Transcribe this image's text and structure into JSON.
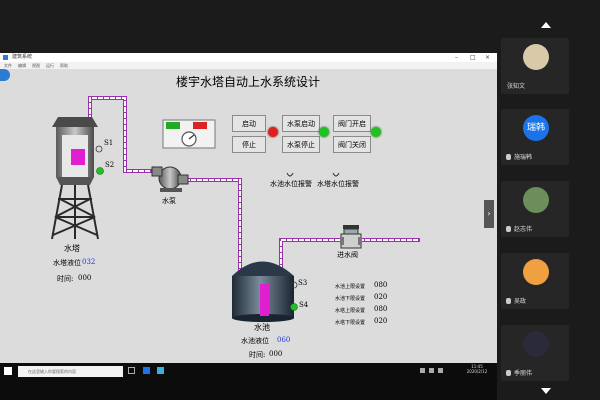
{
  "window": {
    "title": "建筑系统",
    "menu": [
      "文件",
      "编辑",
      "视图",
      "运行",
      "帮助"
    ]
  },
  "scada": {
    "title": "楼宇水塔自动上水系统设计",
    "buttons": {
      "start": "启动",
      "stop": "停止",
      "pump_start": "水泵启动",
      "pump_stop": "水泵停止",
      "valve_open": "阀门开启",
      "valve_close": "阀门关闭"
    },
    "alarms": {
      "pool_level": "水池水位报警",
      "tower_level": "水塔水位报警"
    },
    "tower": {
      "label": "水塔",
      "level_label": "水塔液位",
      "level_value": "032",
      "time_label": "时间:",
      "time_value": "000",
      "s1": "S1",
      "s2": "S2"
    },
    "pump": {
      "label": "水泵"
    },
    "inlet_valve": {
      "label": "进水阀"
    },
    "pool": {
      "label": "水池",
      "level_label": "水池液位",
      "level_value": "060",
      "time_label": "时间:",
      "time_value": "000",
      "s3": "S3",
      "s4": "S4"
    },
    "setpoints": [
      {
        "label": "水池上限设置",
        "value": "080"
      },
      {
        "label": "水池下限设置",
        "value": "020"
      },
      {
        "label": "水塔上限设置",
        "value": "080"
      },
      {
        "label": "水塔下限设置",
        "value": "020"
      }
    ],
    "lamps": {
      "red": "#e02020",
      "green": "#22c022"
    }
  },
  "taskbar": {
    "search_placeholder": "在这里输入你要搜索的内容",
    "time": "11:45",
    "date": "2020/2/12"
  },
  "participants": [
    {
      "name": "张知文",
      "avatar_color": "#d9c9a8"
    },
    {
      "name": "施瑞韩",
      "avatar_text": "瑞韩",
      "avatar_color": "#1a73e8"
    },
    {
      "name": "赵志伟",
      "avatar_color": "#6b8e5a"
    },
    {
      "name": "吴政",
      "avatar_color": "#f0a040"
    },
    {
      "name": "季丽伟",
      "avatar_color": "#2a2a3a"
    }
  ]
}
